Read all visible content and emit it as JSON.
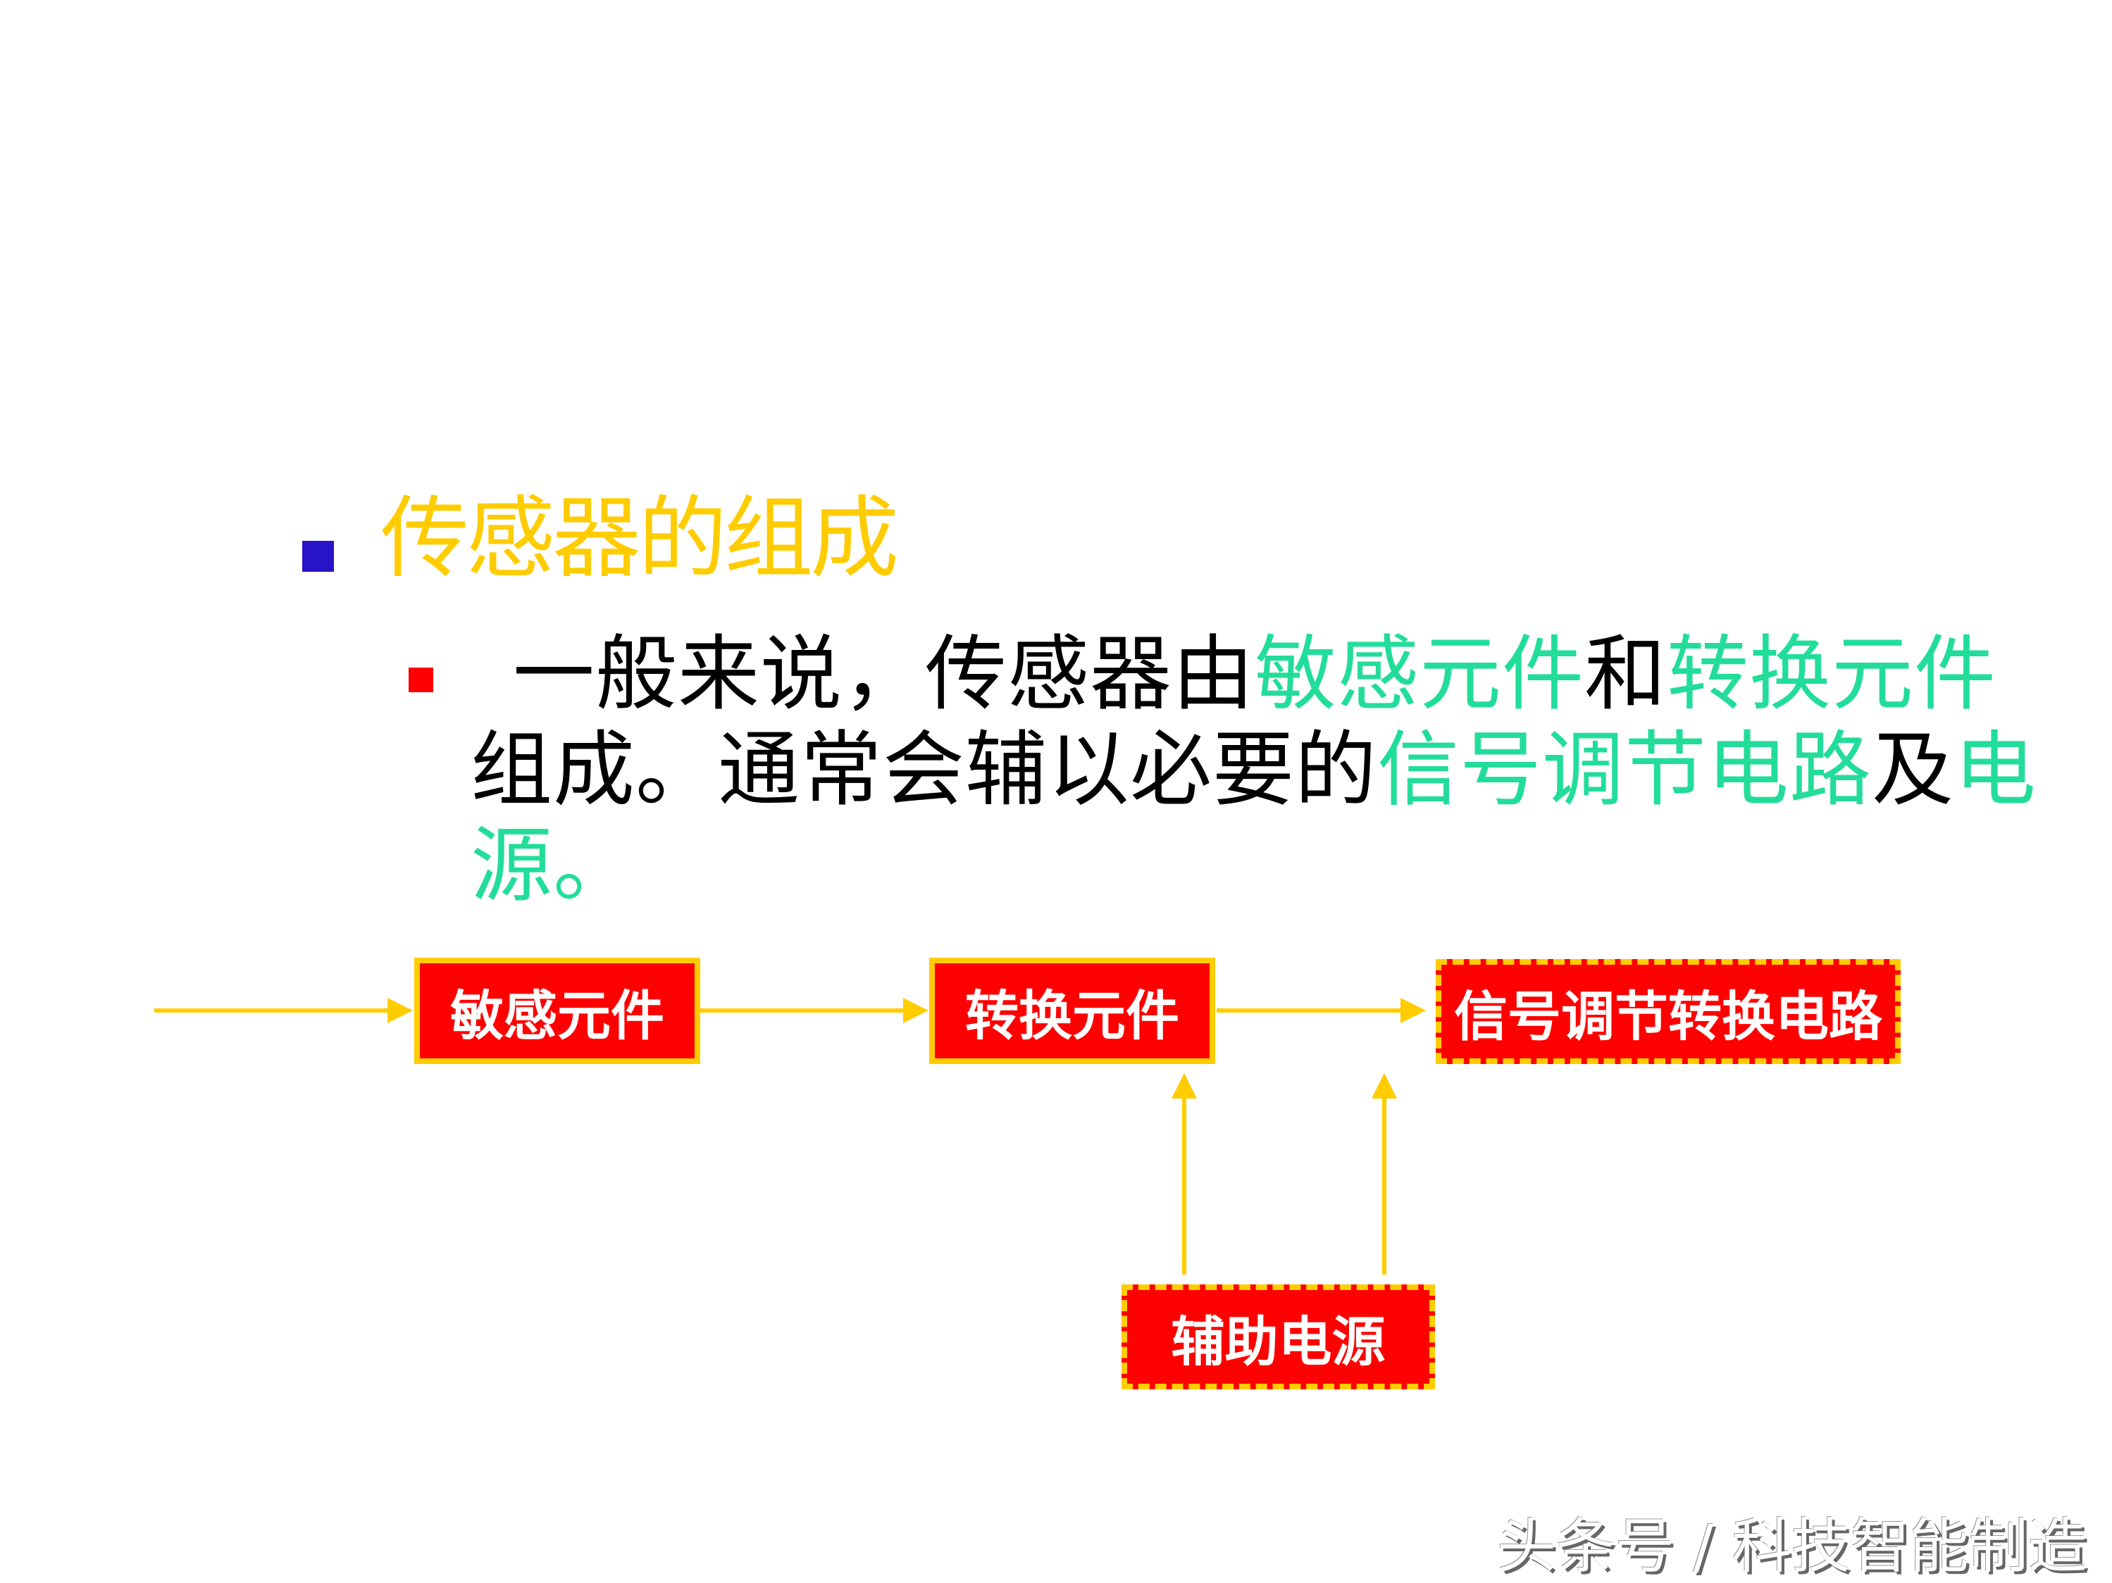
{
  "heading": {
    "text": "传感器的组成",
    "color": "#ffcc00",
    "bullet_color": "#2a14c8"
  },
  "body": {
    "bullet_color": "#ff0000",
    "highlight_color": "#22dd99",
    "segments": [
      {
        "text": "一般来说，传感器由",
        "highlight": false
      },
      {
        "text": "敏感元件",
        "highlight": true
      },
      {
        "text": "和",
        "highlight": false
      },
      {
        "text": "转换元件",
        "highlight": true
      },
      {
        "text": "组成。通常会辅以必要的",
        "highlight": false
      },
      {
        "text": "信号调节电路",
        "highlight": true
      },
      {
        "text": "及",
        "highlight": false
      },
      {
        "text": "电",
        "highlight": true
      },
      {
        "text": "源",
        "highlight": true
      },
      {
        "text": "。",
        "highlight": true
      }
    ]
  },
  "diagram": {
    "box_color": "#ff0000",
    "border_color": "#ffcc00",
    "arrow_color": "#ffcc00",
    "boxes": [
      {
        "label": "敏感元件",
        "border": "solid"
      },
      {
        "label": "转换元件",
        "border": "solid"
      },
      {
        "label": "信号调节转换电路",
        "border": "dashed"
      },
      {
        "label": "辅助电源",
        "border": "dashed"
      }
    ]
  },
  "watermark": "头条号 / 科技智能制造"
}
